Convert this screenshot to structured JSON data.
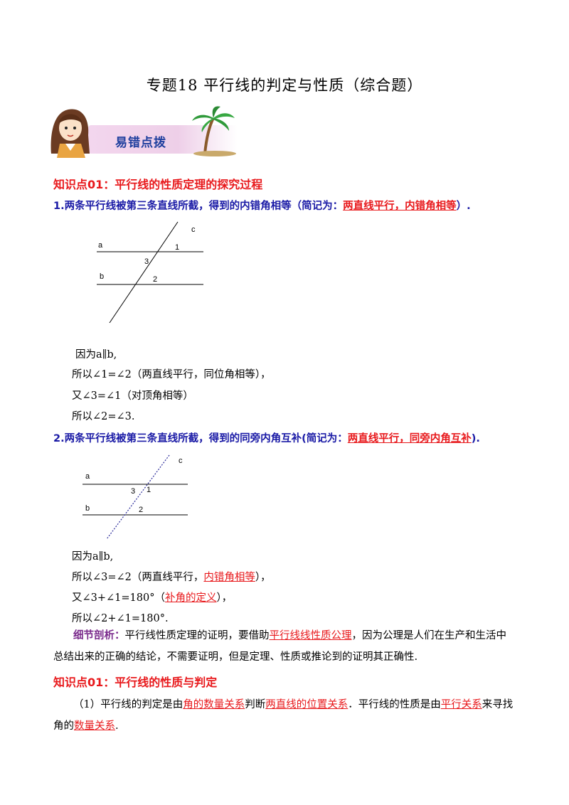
{
  "title": "专题18  平行线的判定与性质（综合题）",
  "banner": {
    "label": "易错点拨"
  },
  "section1": {
    "heading": "知识点01：平行线的性质定理的探究过程",
    "item1": {
      "prefix": "1.两条平行线被第三条直线所截，得到的内错角相等（简记为：",
      "highlight": "两直线平行，内错角相等",
      "suffix": "）."
    },
    "figure1": {
      "a": "a",
      "b": "b",
      "c": "c",
      "n1": "1",
      "n2": "2",
      "n3": "3"
    },
    "proof1": {
      "l1": "因为a∥b,",
      "l2": "所以∠1=∠2（两直线平行，同位角相等），",
      "l3": "又∠3=∠1（对顶角相等）",
      "l4": "所以∠2=∠3."
    },
    "item2": {
      "prefix": "2.两条平行线被第三条直线所截，得到的同旁内角互补(简记为：",
      "highlight": "两直线平行，同旁内角互补",
      "suffix": ")."
    },
    "figure2": {
      "a": "a",
      "b": "b",
      "c": "c",
      "n1": "1",
      "n2": "2",
      "n3": "3"
    },
    "proof2": {
      "l1": "因为a∥b,",
      "l2_pre": "所以∠3=∠2（两直线平行，",
      "l2_hl": "内错角相等",
      "l2_post": "），",
      "l3_pre": "又∠3+∠1=180°（",
      "l3_hl": "补角的定义",
      "l3_post": "），",
      "l4": "所以∠2+∠1=180°."
    },
    "detail": {
      "label": "细节剖析：",
      "t1": "平行线性质定理的证明，要借助",
      "hl": "平行线线性质公理",
      "t2": "，因为公理是人们在生产和生活中总结出来的正确的结论，不需要证明，但是定理、性质或推论到的证明其正确性."
    }
  },
  "section2": {
    "heading": "知识点01：平行线的性质与判定",
    "p_pre": "（1）平行线的判定是由",
    "hl1": "角的数量关系",
    "p_mid1": "判断",
    "hl2": "两直线的位置关系",
    "p_mid2": "．平行线的性质是由",
    "hl3": "平行关系",
    "p_mid3": "来寻找角的",
    "hl4": "数量关系",
    "p_end": "."
  }
}
